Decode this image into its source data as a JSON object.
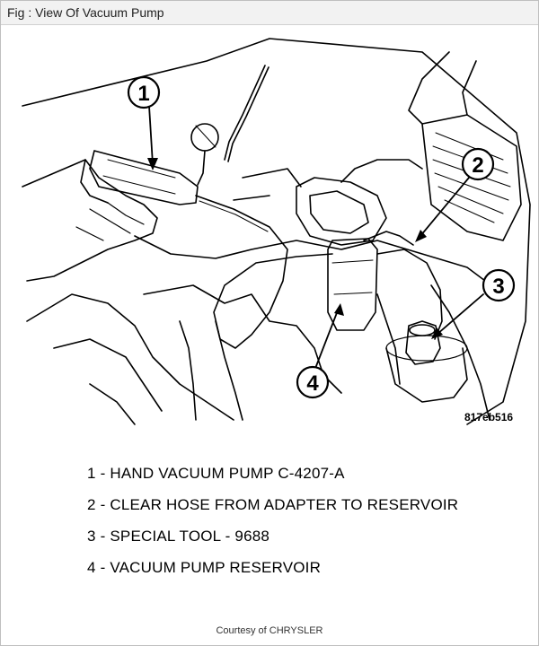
{
  "window": {
    "title": "Fig : View Of Vacuum Pump"
  },
  "figure": {
    "callouts": [
      "1",
      "2",
      "3",
      "4"
    ],
    "code": "817eb516"
  },
  "legend": [
    {
      "number": "1",
      "text": "1 - HAND VACUUM PUMP C-4207-A"
    },
    {
      "number": "2",
      "text": "2 - CLEAR HOSE FROM ADAPTER TO RESERVOIR"
    },
    {
      "number": "3",
      "text": "3 - SPECIAL TOOL - 9688"
    },
    {
      "number": "4",
      "text": "4 - VACUUM PUMP RESERVOIR"
    }
  ],
  "credit": "Courtesy of CHRYSLER",
  "colors": {
    "line_art": "#000000",
    "background": "#ffffff",
    "title_bar": "#f2f2f2"
  }
}
